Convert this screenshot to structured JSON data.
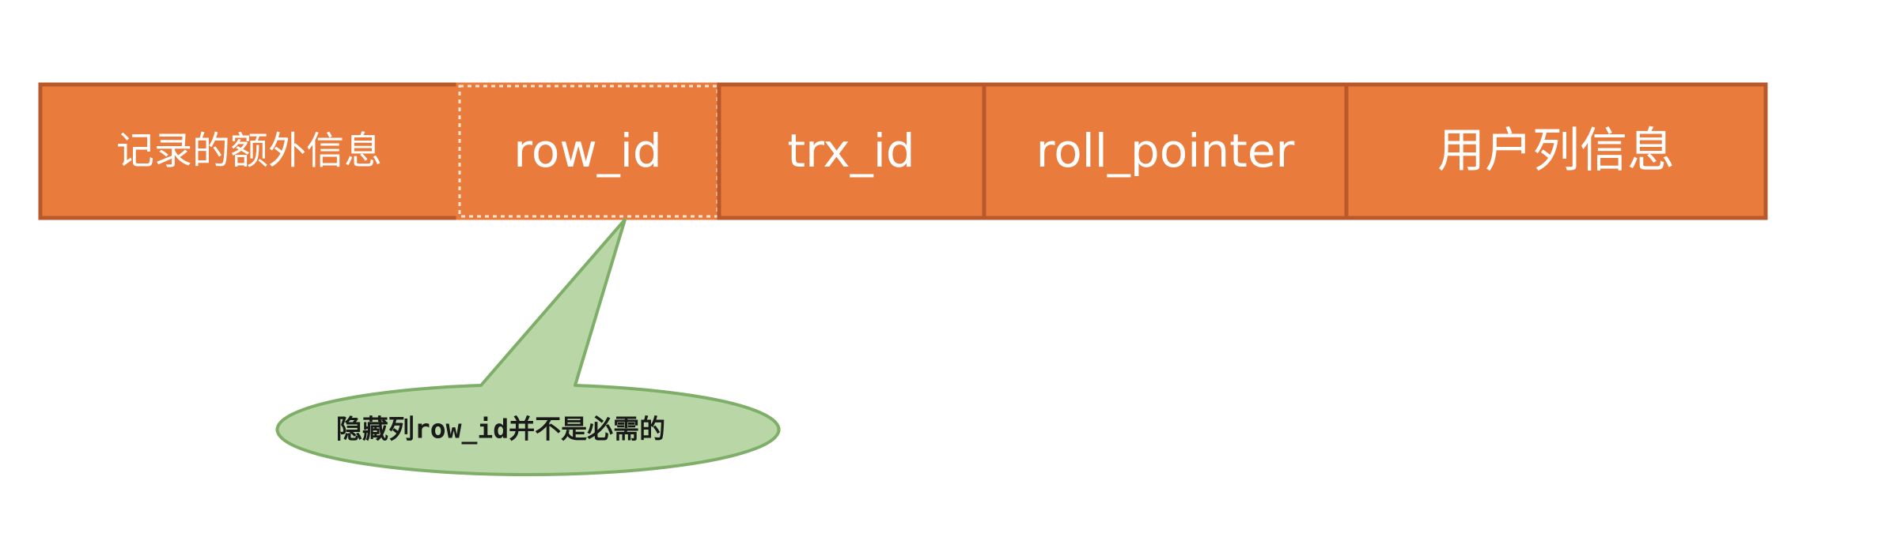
{
  "diagram": {
    "fields": [
      {
        "label": "记录的额外信息"
      },
      {
        "label": "row_id"
      },
      {
        "label": "trx_id"
      },
      {
        "label": "roll_pointer"
      },
      {
        "label": "用户列信息"
      }
    ],
    "callout": {
      "text": "隐藏列row_id并不是必需的"
    },
    "colors": {
      "cell_fill": "#E97C3C",
      "cell_border": "#B9582A",
      "dashed_border": "#FFE6D2",
      "callout_fill": "#B8D6A6",
      "callout_border": "#7FAE69",
      "text": "#FFFFFF",
      "callout_text": "#1A1A1A"
    }
  }
}
